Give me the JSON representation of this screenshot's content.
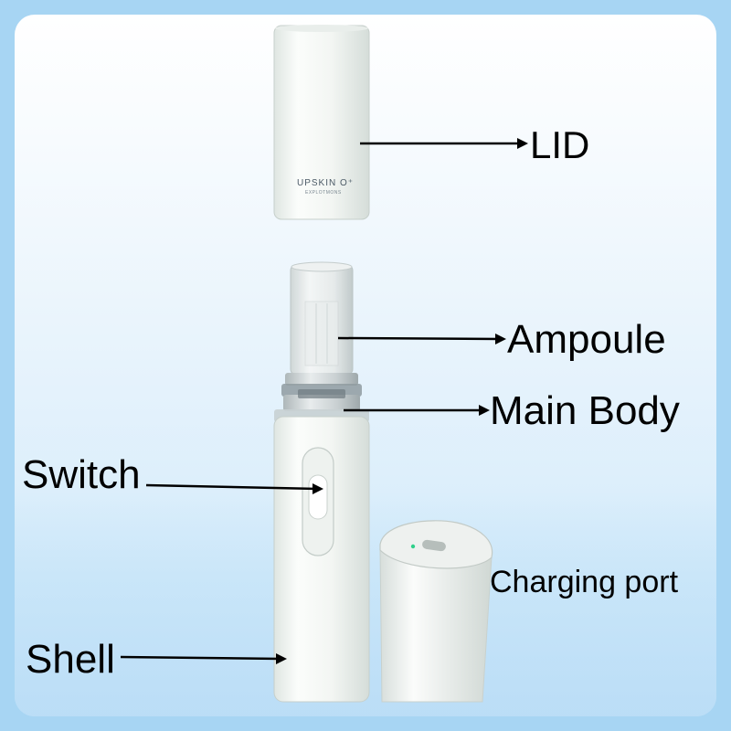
{
  "diagram": {
    "labels": {
      "lid": "LID",
      "ampoule": "Ampoule",
      "main_body": "Main Body",
      "switch": "Switch",
      "charging_port": "Charging port",
      "shell": "Shell"
    },
    "brand": {
      "name": "UPSKIN O⁺",
      "subtitle": "EXPLOTMONS"
    }
  },
  "colors": {
    "frame": "#a7d5f3",
    "device_white": "#f2f5f2",
    "arrow": "#000000",
    "indicator_led": "#2fd08a"
  }
}
